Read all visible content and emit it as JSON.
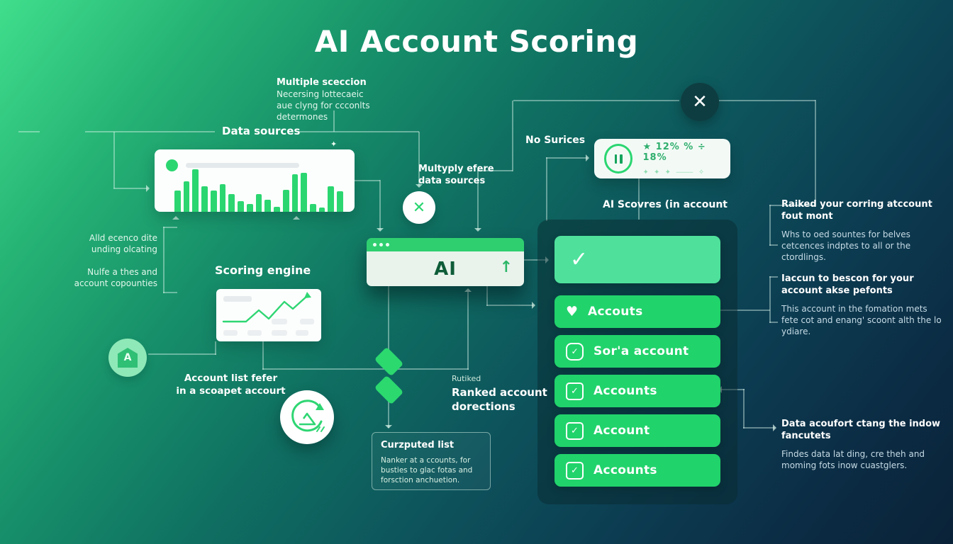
{
  "title": "AI Account Scoring",
  "colors": {
    "accent_green": "#2bd671",
    "button_green": "#21d36b",
    "light_button_green": "#4fe19c",
    "background_top_left": "#3edd8a",
    "background_bottom_right": "#0a2238",
    "panel_dark": "#072a30"
  },
  "header": {
    "close_icon": "✕"
  },
  "annotations": {
    "multiple_note": {
      "heading": "Multiple sceccion",
      "line1": "Necersing lottecaeic",
      "line2": "aue clyng for ccconlts",
      "line3": "determones"
    },
    "data_sources_label": "Data sources",
    "left_note": {
      "line1": "Alld ecenco dite",
      "line2": "unding olcating",
      "line3": "Nulfe a thes and",
      "line4": "account copounties"
    },
    "scoring_engine_label": "Scoring engine",
    "multiply_note": {
      "line1": "Multyply efere",
      "line2": "data sources"
    },
    "no_surices_label": "No Surices",
    "ai_scores_label": "AI Scovres (in account",
    "account_list_note": {
      "line1": "Account list fefer",
      "line2": "in a scoapet accourt"
    },
    "ranked_note": {
      "small": "Rutiked",
      "line1": "Ranked account",
      "line2": "dorections"
    },
    "curated_box": {
      "title": "Curzputed list",
      "body": "Nanker at a ccounts, for busties to glac fotas and forsction anchuetion."
    },
    "right_blocks": [
      {
        "heading": "Raiked your corring atccount fout mont",
        "body": "Whs to oed sountes for belves cetcences indptes to all or the ctordlings."
      },
      {
        "heading": "Iaccun to bescon for your account akse pefonts",
        "body": "This account in the fomation mets fete cot and enang' scoont alth the lo ydiare."
      },
      {
        "heading": "Data acoufort ctang the indow fancutets",
        "body": "Findes data lat ding, cre theh and moming fots inow cuastglers."
      }
    ]
  },
  "ai_window": {
    "label": "AI",
    "up_arrow": "↑"
  },
  "multiply_icon": "✕",
  "score_card": {
    "row1": "★ 12% %  ÷ 18%",
    "row2": "✦ ✦ ✦ ⸻ ✧"
  },
  "panel": {
    "buttons": [
      {
        "icon": "check-icon",
        "glyph": "✓",
        "label": ""
      },
      {
        "icon": "heart-icon",
        "glyph": "♥",
        "label": "Accouts"
      },
      {
        "icon": "clipboard-check-icon",
        "glyph": "✓",
        "label": "Sor'a account"
      },
      {
        "icon": "checkbox-icon",
        "glyph": "✓",
        "label": "Accounts"
      },
      {
        "icon": "checkbox-icon",
        "glyph": "✓",
        "label": "Account"
      },
      {
        "icon": "checkbox-icon",
        "glyph": "✓",
        "label": "Accounts"
      }
    ]
  },
  "bar_chart": {
    "values": [
      50,
      72,
      100,
      60,
      50,
      65,
      42,
      25,
      18,
      42,
      28,
      12,
      52,
      88,
      92,
      18,
      10,
      60,
      48
    ]
  },
  "shield_icon_label": "A",
  "decor": {
    "sparkle": "✦"
  }
}
